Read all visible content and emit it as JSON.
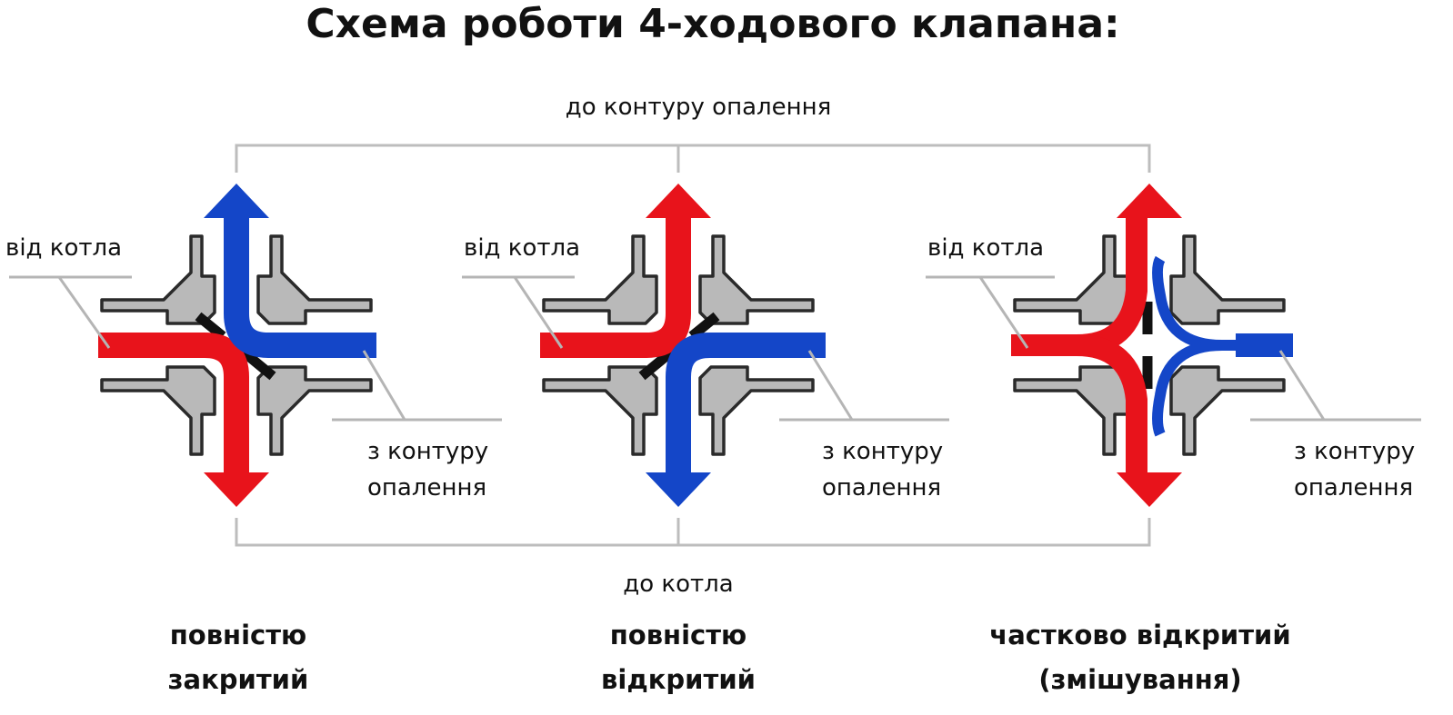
{
  "title": "Схема роботи 4-ходового клапана:",
  "labels": {
    "to_heating": "до контуру опалення",
    "to_boiler": "до котла",
    "from_boiler": "від котла",
    "from_heating_line1": "з контуру",
    "from_heating_line2": "опалення"
  },
  "modes": [
    {
      "caption_line1": "повністю",
      "caption_line2": "закритий"
    },
    {
      "caption_line1": "повністю",
      "caption_line2": "відкритий"
    },
    {
      "caption_line1": "частково відкритий",
      "caption_line2": "(змішування)"
    }
  ],
  "colors": {
    "hot": "#e8131b",
    "cold": "#1446c8",
    "wall": "#b9b9b9",
    "divider": "#111111",
    "connector": "#bdbdbd"
  }
}
